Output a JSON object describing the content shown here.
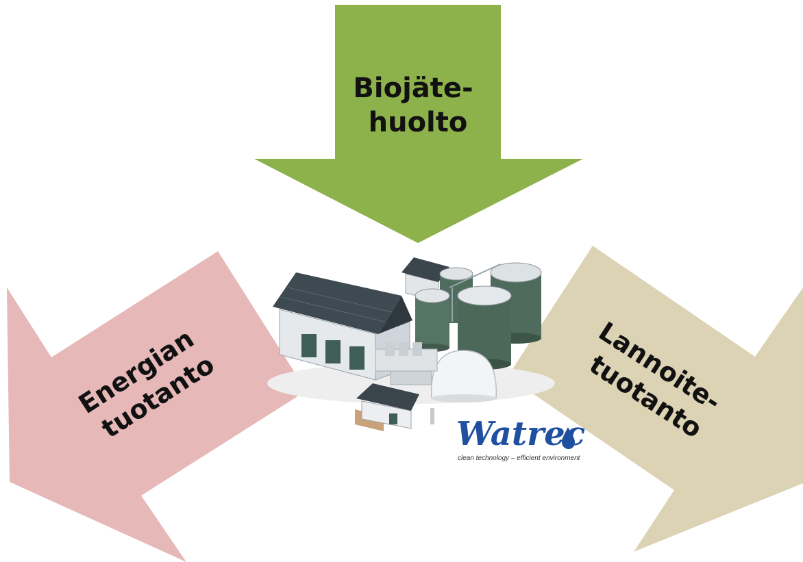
{
  "diagram": {
    "center": {
      "icon": "biogas-plant-illustration",
      "brand": {
        "name": "Watrec",
        "tagline": "clean technology – efficient environment",
        "colors": {
          "logo": "#1f4f9e",
          "drop": "#1f4f9e"
        }
      }
    },
    "arrows": [
      {
        "id": "input",
        "direction": "down",
        "lines": [
          "Biojäte-",
          "huolto"
        ],
        "color": "#8db14b"
      },
      {
        "id": "energy",
        "direction": "down-left",
        "lines": [
          "Energian",
          "tuotanto"
        ],
        "color": "#e6b8b8"
      },
      {
        "id": "fertilizer",
        "direction": "down-right",
        "lines": [
          "Lannoite-",
          "tuotanto"
        ],
        "color": "#dcd2b4"
      }
    ]
  }
}
